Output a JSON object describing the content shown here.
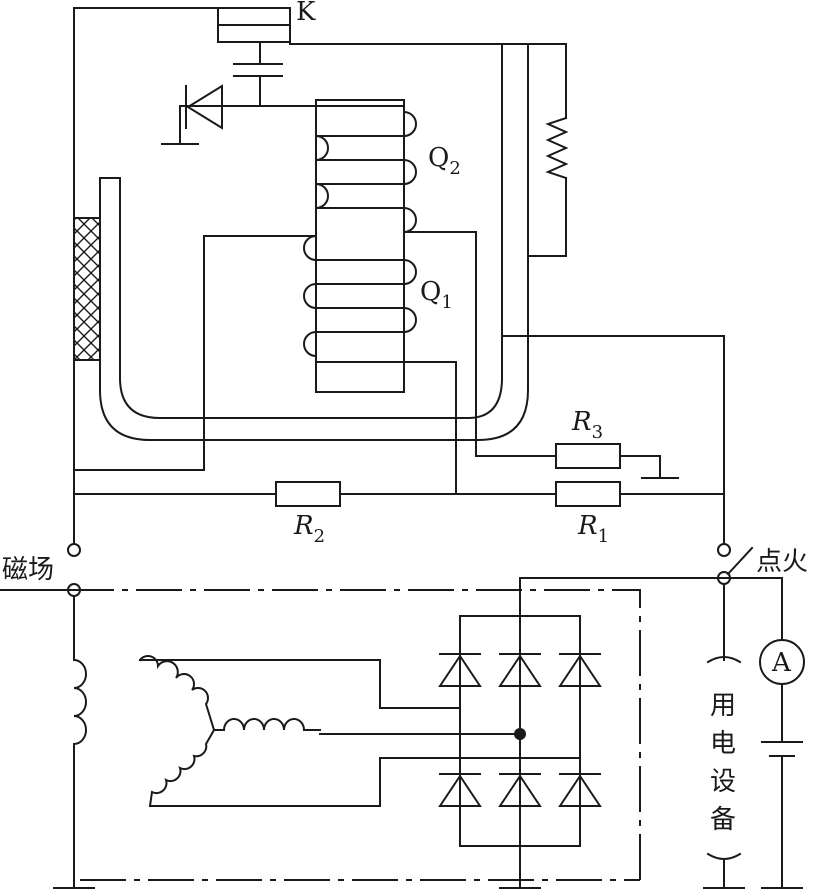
{
  "labels": {
    "relay_contact": "K",
    "coil_q2": "Q",
    "coil_q2_sub": "2",
    "coil_q1": "Q",
    "coil_q1_sub": "1",
    "r3": "R",
    "r3_sub": "3",
    "r2": "R",
    "r2_sub": "2",
    "r1": "R",
    "r1_sub": "1",
    "field_terminal": "磁场",
    "ignition": "点火",
    "ammeter": "A",
    "load_chars": [
      "用",
      "电",
      "设",
      "备"
    ]
  }
}
